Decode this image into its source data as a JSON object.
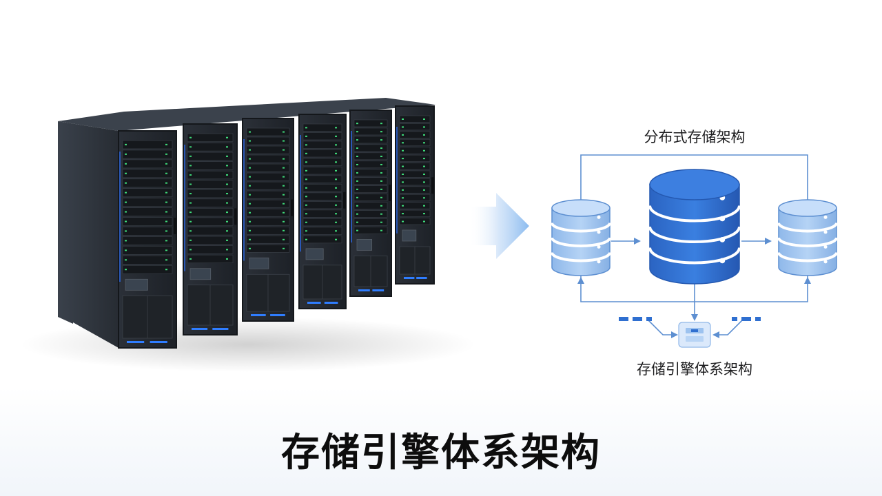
{
  "diagram": {
    "top_label": "分布式存储架构",
    "bottom_label": "存储引擎体系架构"
  },
  "title": "存储引擎体系架构",
  "colors": {
    "db_primary": "#2f6fd0",
    "db_secondary": "#9fc5ef",
    "connector": "#5d8fd1",
    "dash": "#2f6fd0",
    "server_body": "#2a2f36",
    "led_green": "#3fdc7a",
    "led_blue": "#2f7dff"
  },
  "icons": [
    "server-rack-icon",
    "arrow-right-icon",
    "database-icon",
    "storage-engine-icon"
  ]
}
